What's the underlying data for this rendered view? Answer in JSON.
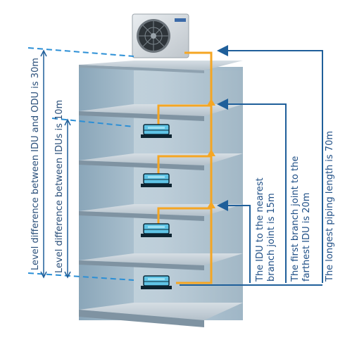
{
  "labels": {
    "level_idu_odu": "Level difference between IDU and ODU is 30m",
    "level_idus": "Level difference between IDUs is 10m",
    "nearest_branch_line1": "The IDU to the nearest",
    "nearest_branch_line2": "branch joint is 15m",
    "farthest_idu_line1": "The first branch joint to the",
    "farthest_idu_line2": "farthest IDU is 20m",
    "longest_piping": "The longest piping length is 70m"
  },
  "colors": {
    "pipe": "#f5a623",
    "dimension_line": "#1f5f9a",
    "building_wall": "#9fb6c6",
    "shelf": "#a9b8c4"
  },
  "icons": {
    "outdoor_unit": "outdoor-unit-icon",
    "indoor_unit": "ceiling-cassette-icon"
  }
}
